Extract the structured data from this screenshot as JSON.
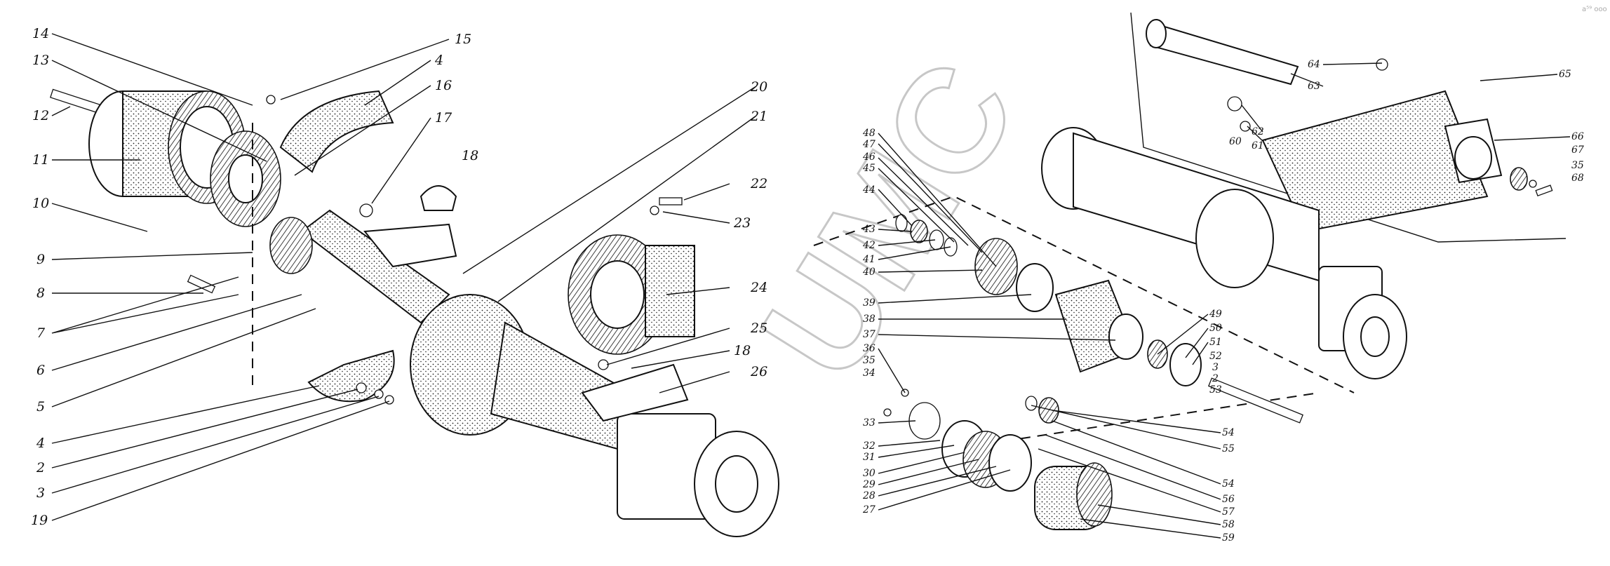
{
  "watermark": "UMC",
  "corner_mark": "a⁵⁹ ooo",
  "labels": {
    "l14": "14",
    "l13": "13",
    "l12": "12",
    "l11": "11",
    "l10": "10",
    "l9": "9",
    "l8": "8",
    "l7": "7",
    "l6": "6",
    "l5": "5",
    "l4a": "4",
    "l2": "2",
    "l3": "3",
    "l19": "19",
    "l15": "15",
    "l4b": "4",
    "l16": "16",
    "l17": "17",
    "l18a": "18",
    "l20": "20",
    "l21": "21",
    "l22": "22",
    "l23": "23",
    "l24": "24",
    "l25": "25",
    "l18b": "18",
    "l26": "26",
    "l48": "48",
    "l47": "47",
    "l46": "46",
    "l45": "45",
    "l44": "44",
    "l43": "43",
    "l42": "42",
    "l41": "41",
    "l40": "40",
    "l39": "39",
    "l38": "38",
    "l37": "37",
    "l36": "36",
    "l35a": "35",
    "l34": "34",
    "l33": "33",
    "l32": "32",
    "l31": "31",
    "l30": "30",
    "l29": "29",
    "l28": "28",
    "l27": "27",
    "l49": "49",
    "l50": "50",
    "l51": "51",
    "l52": "52",
    "l3b": "3",
    "l2b": "2",
    "l53": "53",
    "l54a": "54",
    "l55": "55",
    "l54b": "54",
    "l56": "56",
    "l57": "57",
    "l58": "58",
    "l59": "59",
    "l64": "64",
    "l63": "63",
    "l62": "62",
    "l61": "61",
    "l60": "60",
    "l65": "65",
    "l66": "66",
    "l67": "67",
    "l35b": "35",
    "l68": "68"
  }
}
